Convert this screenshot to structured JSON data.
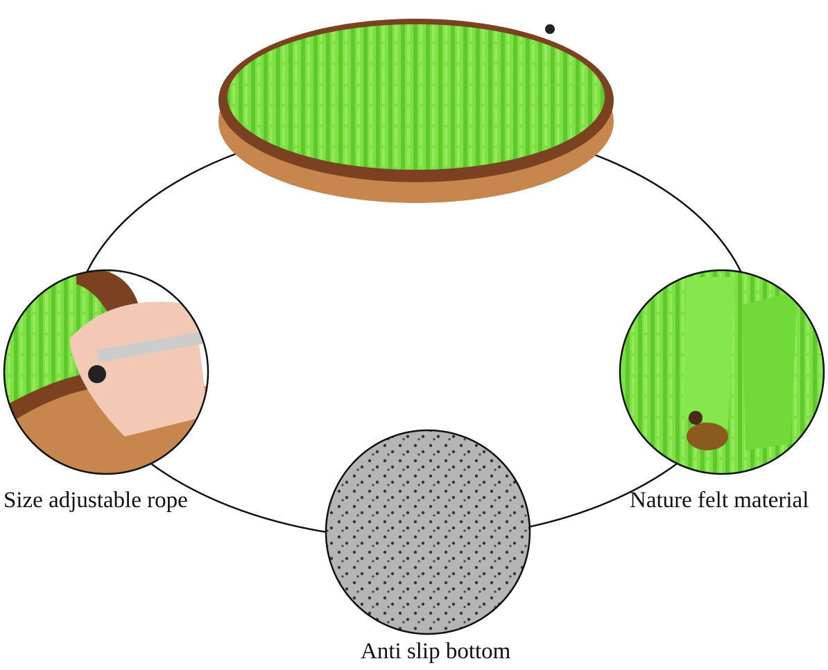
{
  "features": {
    "rope": "Size adjustable rope",
    "felt": "Nature felt material",
    "bottom": "Anti slip bottom"
  },
  "colors": {
    "felt_green": "#6fd93a",
    "rim_brown": "#7a4220",
    "base_tan": "#c8864f",
    "mat_gray": "#a9a9a9"
  }
}
